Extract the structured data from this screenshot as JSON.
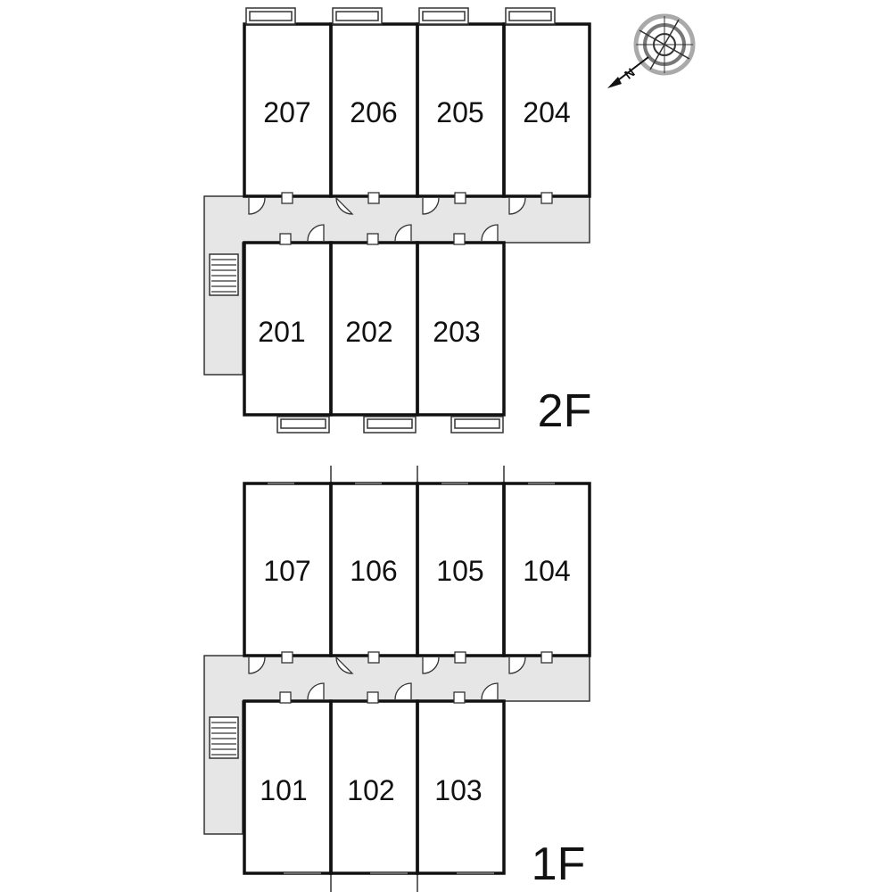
{
  "floors": [
    {
      "label": "2F",
      "back_row": [
        "207",
        "206",
        "205",
        "204"
      ],
      "front_row": [
        "201",
        "202",
        "203"
      ]
    },
    {
      "label": "1F",
      "back_row": [
        "107",
        "106",
        "105",
        "104"
      ],
      "front_row": [
        "101",
        "102",
        "103"
      ]
    }
  ],
  "compass": {
    "label": "N",
    "icon": "compass-rose-icon"
  },
  "colors": {
    "wall": "#111111",
    "corridor": "#e6e6e6",
    "line": "#333333"
  }
}
